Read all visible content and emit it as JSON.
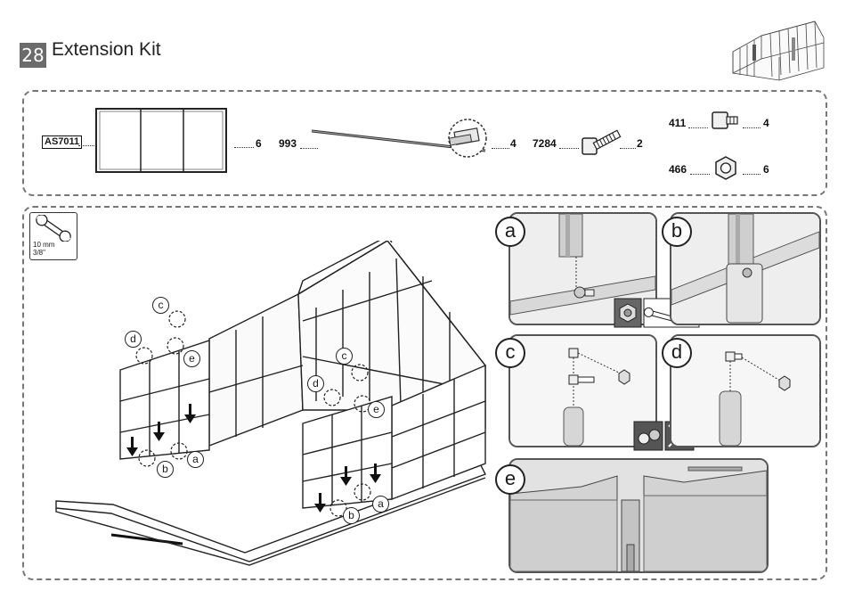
{
  "header": {
    "step_number": "28",
    "title": "Extension Kit"
  },
  "parts": [
    {
      "code": "AS7011",
      "qty": "6"
    },
    {
      "code": "993",
      "qty": "4"
    },
    {
      "code": "7284",
      "qty": "2"
    },
    {
      "code": "411",
      "qty": "4"
    },
    {
      "code": "466",
      "qty": "6"
    }
  ],
  "tool": {
    "size_metric": "10 mm",
    "size_imperial": "3/8\""
  },
  "callouts": {
    "a": "a",
    "b": "b",
    "c": "c",
    "d": "d",
    "e": "e"
  }
}
